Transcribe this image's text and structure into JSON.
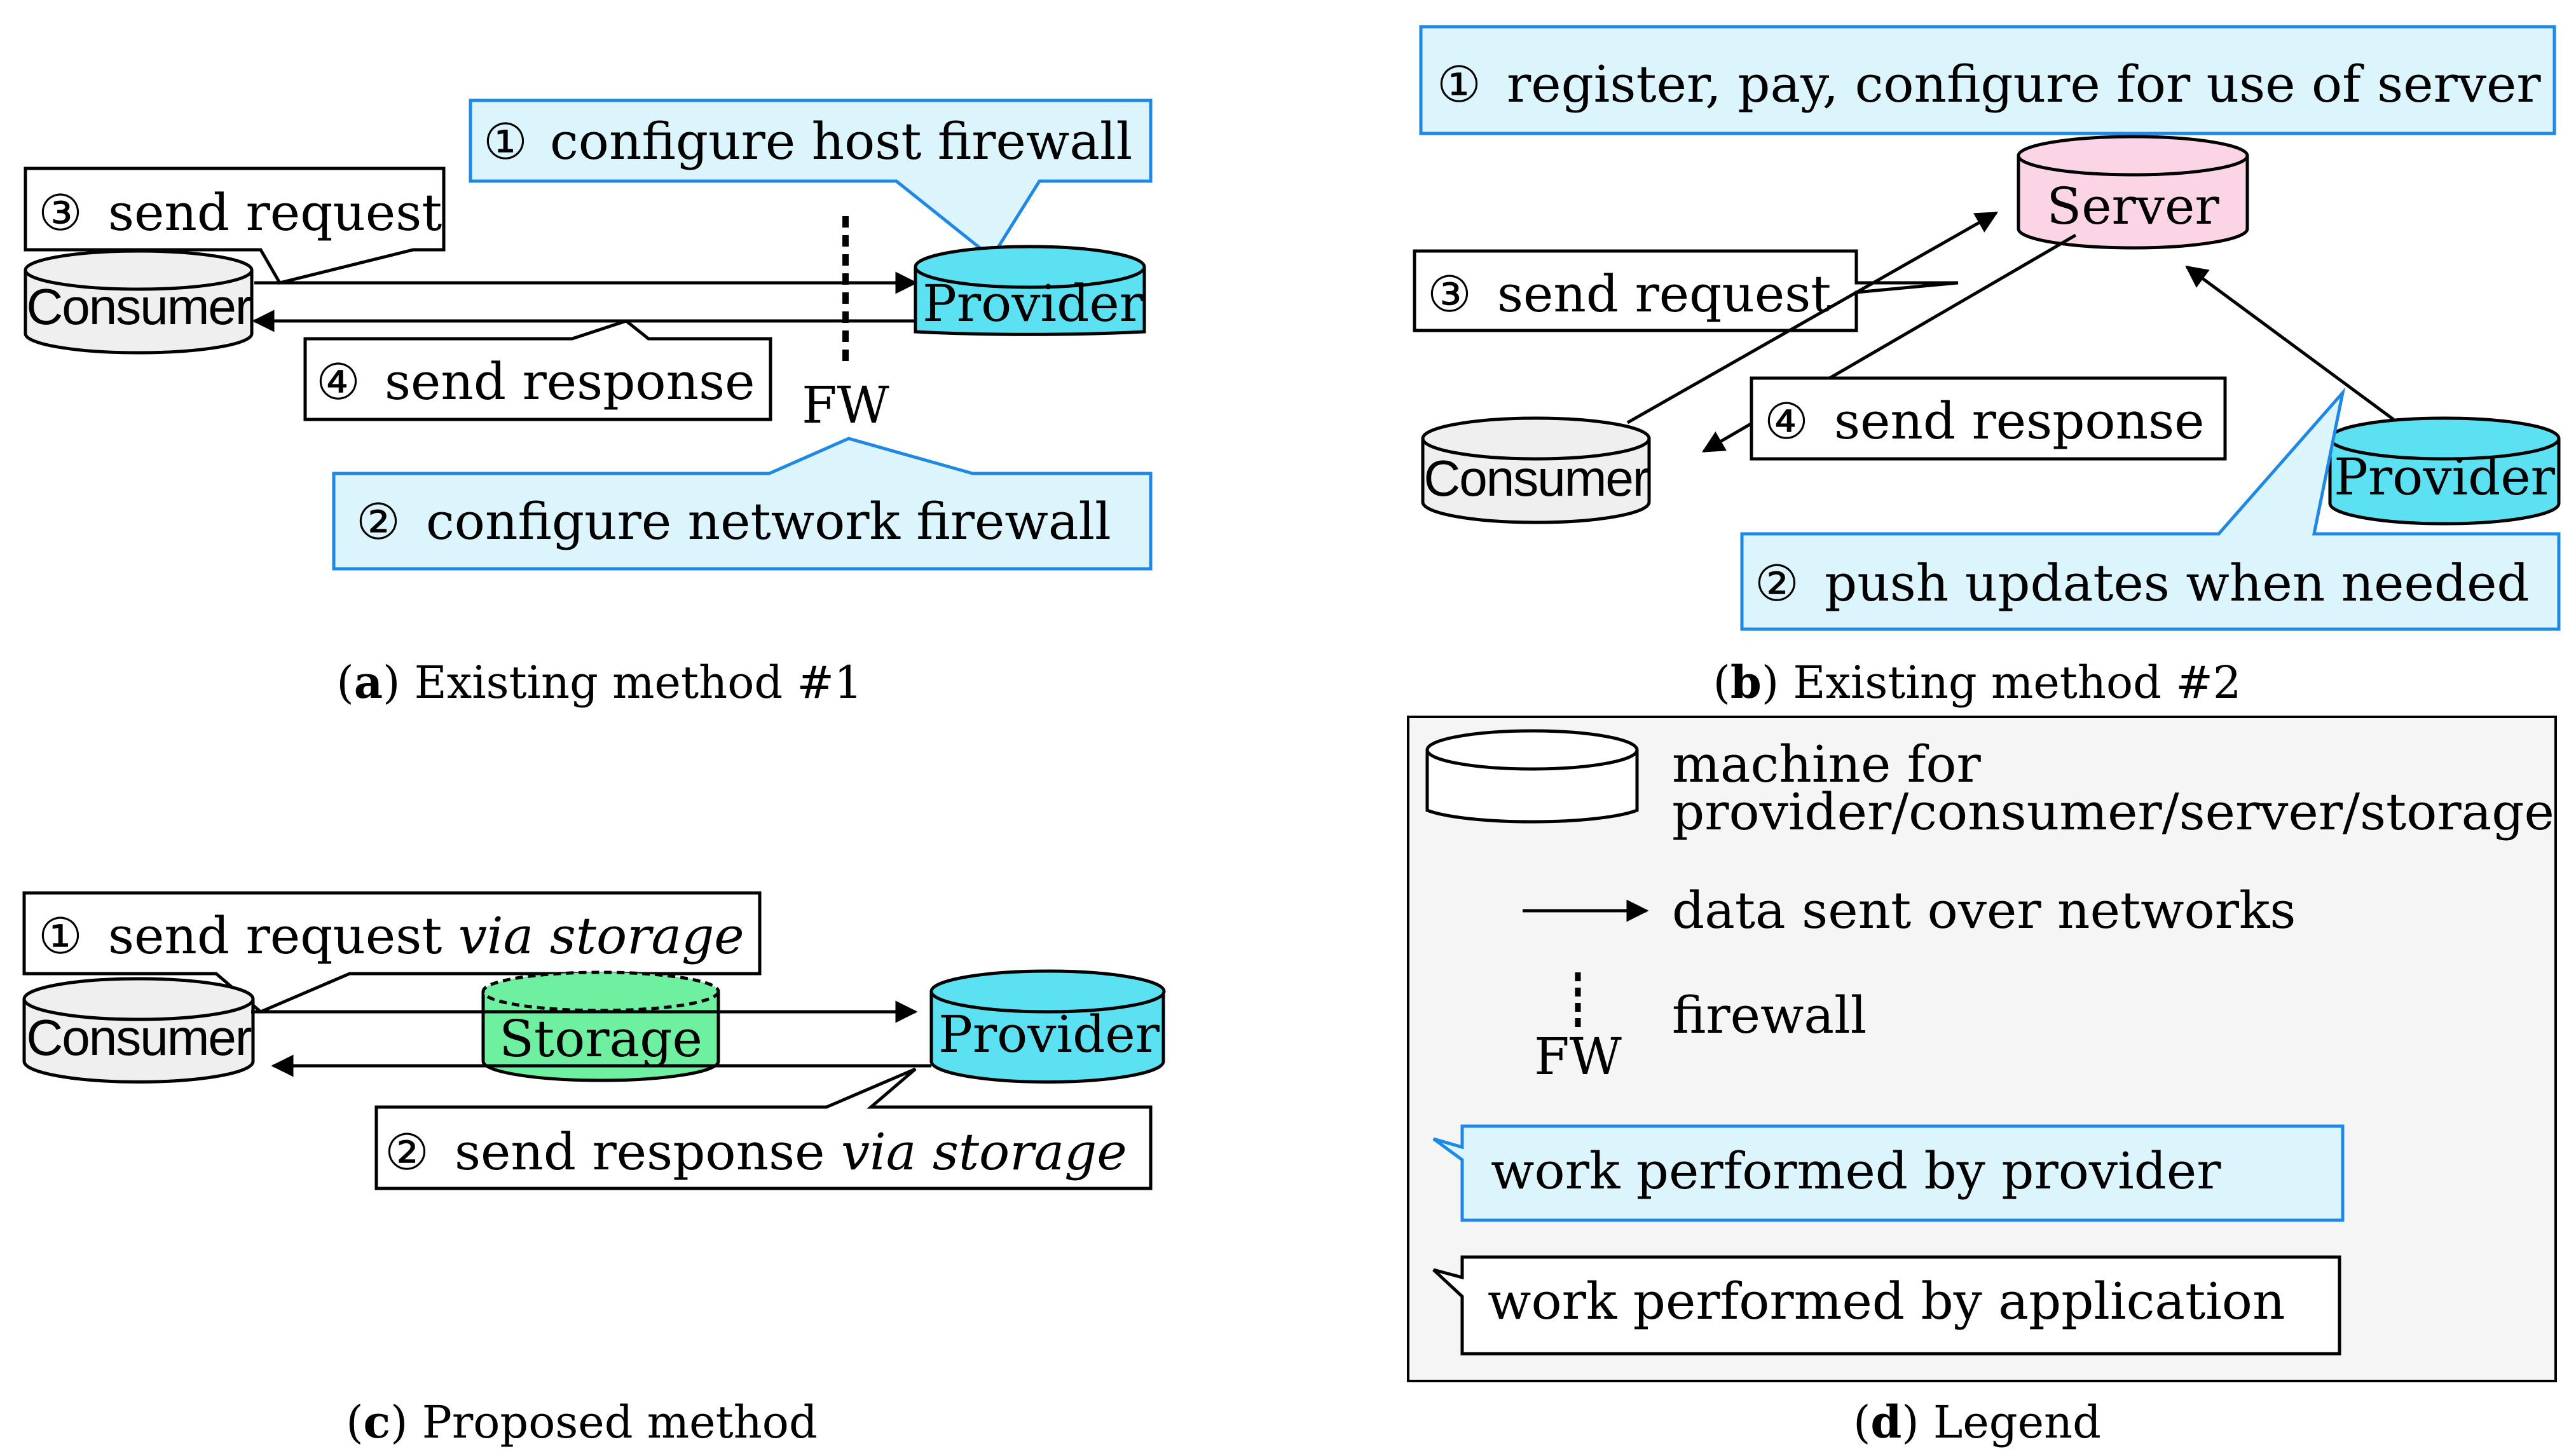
{
  "colors": {
    "provider_fill": "#5ce1f2",
    "server_fill": "#fbd4e6",
    "storage_fill": "#6ff0a0",
    "consumer_fill": "#efefef",
    "provider_callout_fill": "#dcf5fc",
    "provider_callout_border": "#1e88e5",
    "legend_fill": "#f5f5f5"
  },
  "panel_a": {
    "caption_letter": "a",
    "caption_text": " Existing method #1",
    "consumer": "Consumer",
    "provider": "Provider",
    "fw": "FW",
    "callout1": {
      "num": "①",
      "text": "configure host firewall"
    },
    "callout2": {
      "num": "②",
      "text": "configure network firewall"
    },
    "callout3": {
      "num": "③",
      "text": "send request"
    },
    "callout4": {
      "num": "④",
      "text": "send response"
    }
  },
  "panel_b": {
    "caption_letter": "b",
    "caption_text": " Existing method #2",
    "server": "Server",
    "consumer": "Consumer",
    "provider": "Provider",
    "callout1": {
      "num": "①",
      "text": "register, pay, configure for use of server"
    },
    "callout2": {
      "num": "②",
      "text": "push updates when needed"
    },
    "callout3": {
      "num": "③",
      "text": "send request"
    },
    "callout4": {
      "num": "④",
      "text": "send response"
    }
  },
  "panel_c": {
    "caption_letter": "c",
    "caption_text": " Proposed method",
    "consumer": "Consumer",
    "storage": "Storage",
    "provider": "Provider",
    "callout1": {
      "num": "①",
      "text": "send request ",
      "italic": "via storage"
    },
    "callout2": {
      "num": "②",
      "text": "send response ",
      "italic": "via storage"
    }
  },
  "panel_d": {
    "caption_letter": "d",
    "caption_text": " Legend",
    "machine_line1": "machine for",
    "machine_line2": "provider/consumer/server/storage",
    "arrow_text": "data sent over networks",
    "firewall_text": "firewall",
    "fw": "FW",
    "provider_work": "work performed by provider",
    "app_work": "work performed by application"
  }
}
